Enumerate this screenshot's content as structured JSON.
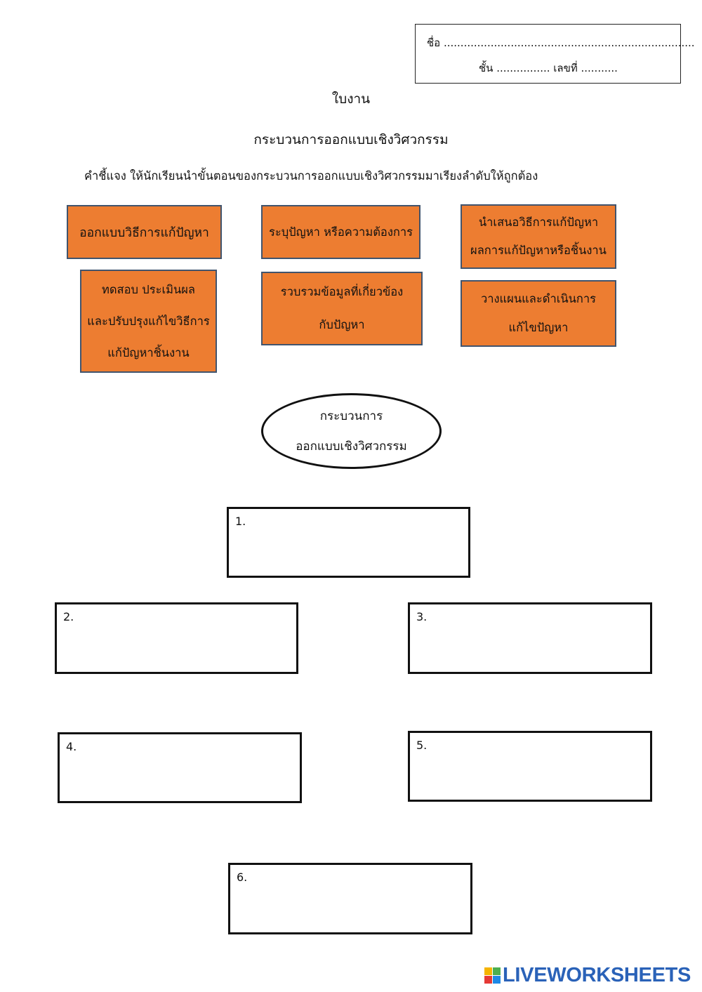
{
  "header": {
    "name_line": "ชื่อ ...........................................................................",
    "class_line": "ชั้น ................ เลขที่ ..........."
  },
  "sheet_title": "ใบงาน",
  "sheet_subtitle": "กระบวนการออกแบบเชิงวิศวกรรม",
  "instruction": "คำชี้แจง ให้นักเรียนนำขั้นตอนของกระบวนการออกแบบเชิงวิศวกรรมมาเรียงลำดับให้ถูกต้อง",
  "cards": [
    {
      "lines": [
        "ออกแบบวิธีการแก้ปัญหา"
      ]
    },
    {
      "lines": [
        "ระบุปัญหา หรือความต้องการ"
      ]
    },
    {
      "lines": [
        "นำเสนอวิธีการแก้ปัญหา",
        "ผลการแก้ปัญหาหรือชิ้นงาน"
      ]
    },
    {
      "lines": [
        "ทดสอบ ประเมินผล",
        "และปรับปรุงแก้ไขวิธีการ",
        "แก้ปัญหาชิ้นงาน"
      ]
    },
    {
      "lines": [
        "รวบรวมข้อมูลที่เกี่ยวข้อง",
        "กับปัญหา"
      ]
    },
    {
      "lines": [
        "วางแผนและดำเนินการ",
        "แก้ไขปัญหา"
      ]
    }
  ],
  "center": {
    "lines": [
      "กระบวนการ",
      "ออกแบบเชิงวิศวกรรม"
    ]
  },
  "answer_boxes": [
    {
      "label": "1."
    },
    {
      "label": "2."
    },
    {
      "label": "3."
    },
    {
      "label": "4."
    },
    {
      "label": "5."
    },
    {
      "label": "6."
    }
  ],
  "brand": {
    "name": "LIVEWORKSHEETS",
    "colors": [
      "#f5b400",
      "#4caf50",
      "#e53935",
      "#1e88e5"
    ],
    "text_color": "#2a62b8"
  },
  "colors": {
    "card_fill": "#ED7D31",
    "card_border": "#41546d"
  }
}
